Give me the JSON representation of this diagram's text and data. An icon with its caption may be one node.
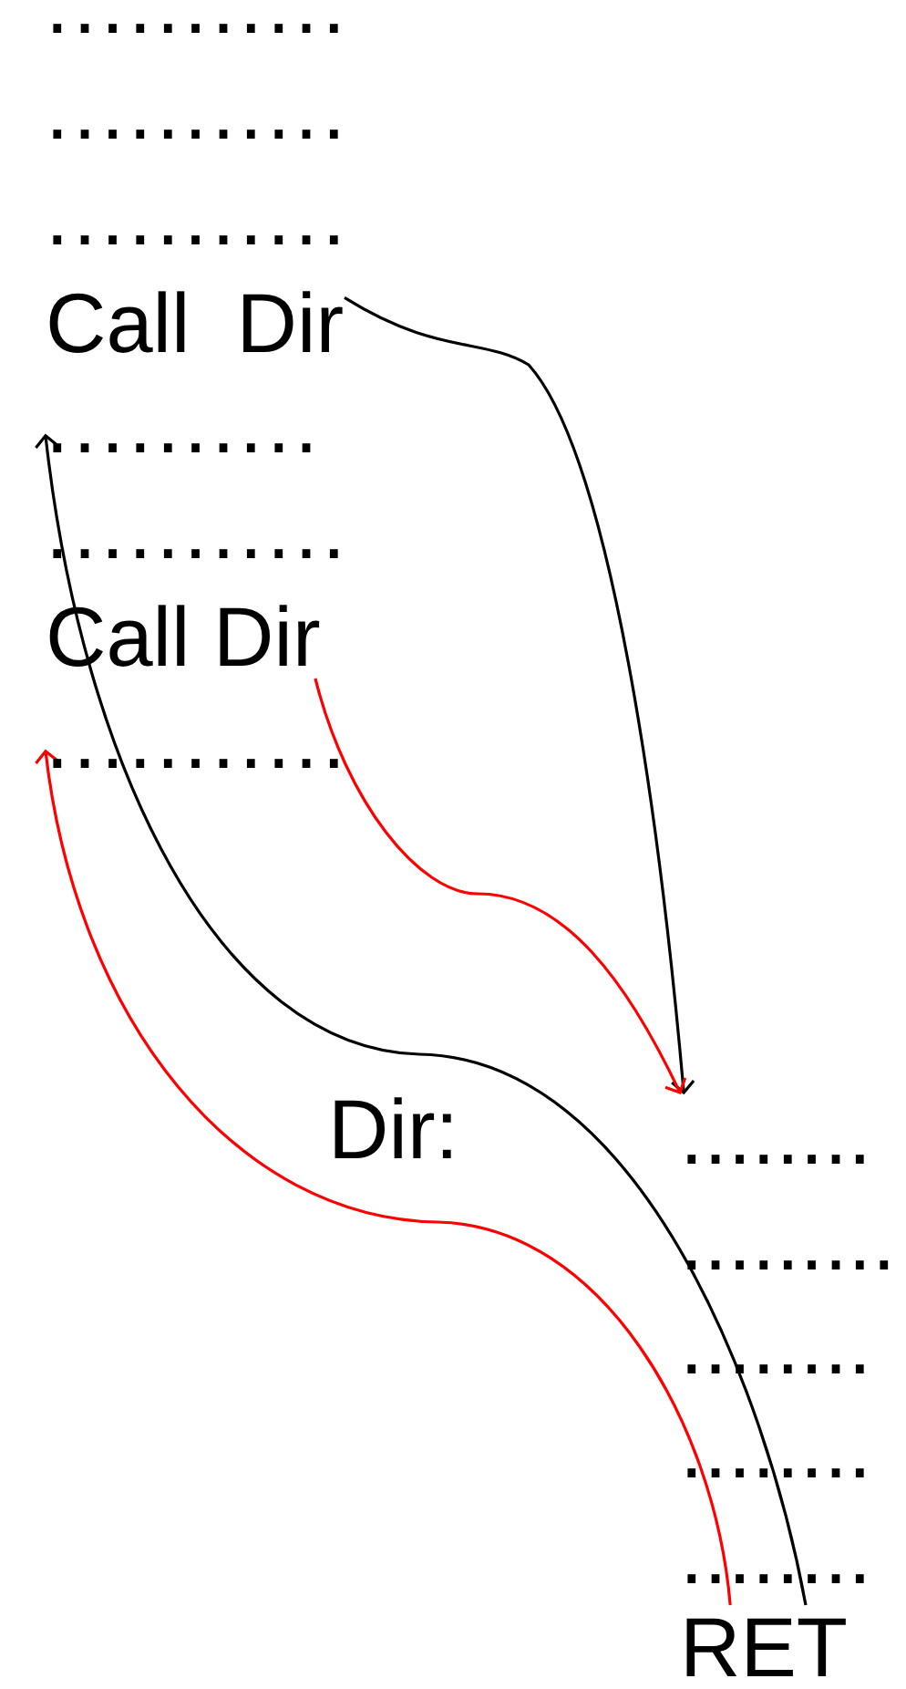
{
  "diagram": {
    "nodes": [
      {
        "text": [
          "..........."
        ]
      },
      {
        "text": [
          "..........."
        ]
      },
      {
        "text": [
          "..........."
        ]
      },
      {
        "text": [
          "Call  Dir"
        ]
      },
      {
        "text": [
          ".........."
        ]
      },
      {
        "text": [
          "..........."
        ]
      },
      {
        "text": [
          "Call Dir"
        ]
      },
      {
        "text": [
          "..........."
        ]
      },
      {
        "text": [
          "Dir:"
        ]
      },
      {
        "text": [
          "........"
        ]
      },
      {
        "text": [
          "........."
        ]
      },
      {
        "text": [
          "........"
        ]
      },
      {
        "text": [
          "........"
        ]
      },
      {
        "text": [
          "........"
        ]
      },
      {
        "text": [
          "RET"
        ]
      }
    ],
    "edges": [
      {
        "from": 3,
        "to": 9,
        "arrow": "to"
      },
      {
        "from": 6,
        "to": 9,
        "arrow": "to",
        "color": "#ff0000"
      },
      {
        "from": 14,
        "to": 4,
        "arrow": "to"
      },
      {
        "from": 14,
        "to": 7,
        "arrow": "to",
        "color": "#ff0000"
      }
    ]
  }
}
